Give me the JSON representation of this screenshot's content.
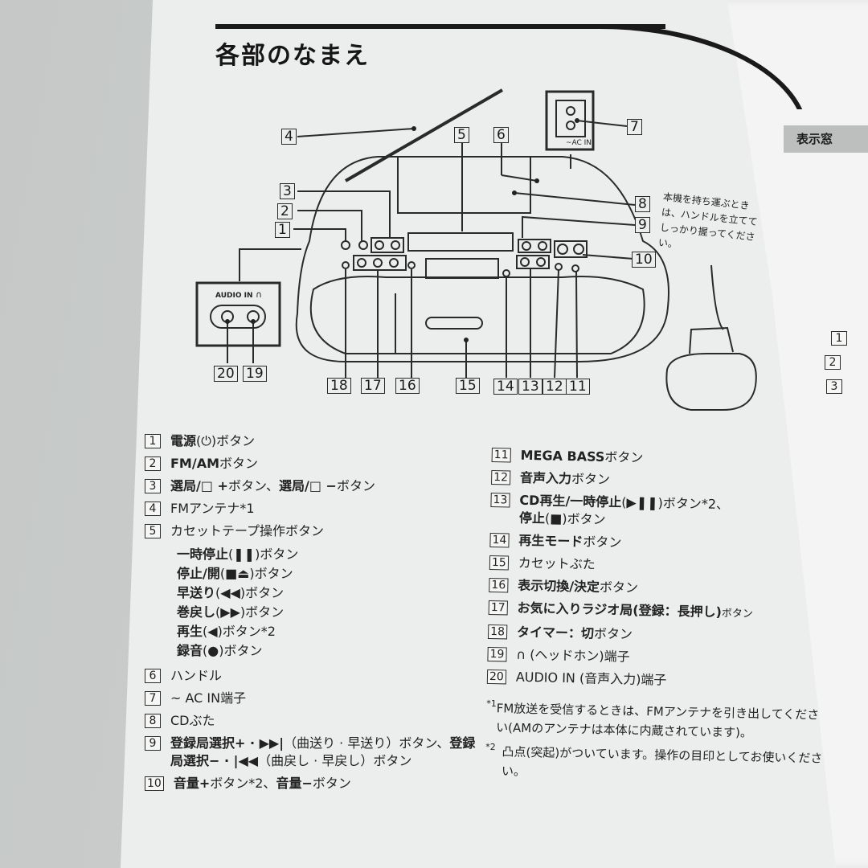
{
  "page": {
    "title": "各部のなまえ",
    "side_tab": "表示窓"
  },
  "diagram": {
    "labels": [
      "1",
      "2",
      "3",
      "4",
      "5",
      "6",
      "7",
      "8",
      "9",
      "10",
      "11",
      "12",
      "13",
      "14",
      "15",
      "16",
      "17",
      "18",
      "19",
      "20"
    ],
    "ac_in_label": "~AC IN",
    "audio_in_label": "AUDIO IN",
    "headphone_glyph": "∩",
    "carry_note": "本機を持ち運ぶときは、ハンドルを立ててしっかり握ってください。"
  },
  "parts_left": [
    {
      "num": "1",
      "bold": "電源",
      "plain": "(⏻)ボタン"
    },
    {
      "num": "2",
      "bold": "FM/AM",
      "plain": "ボタン"
    },
    {
      "num": "3",
      "bold": "選局/□ +",
      "plain": "ボタン、",
      "bold2": "選局/□ −",
      "plain2": "ボタン"
    },
    {
      "num": "4",
      "bold": "",
      "plain": "FMアンテナ*1"
    },
    {
      "num": "5",
      "bold": "",
      "plain": "カセットテープ操作ボタン"
    },
    {
      "num": "6",
      "bold": "",
      "plain": "ハンドル"
    },
    {
      "num": "7",
      "bold": "",
      "plain": "~ AC IN端子"
    },
    {
      "num": "8",
      "bold": "",
      "plain": "CDぶた"
    },
    {
      "num": "9",
      "bold": "登録局選択+ · ▶▶|",
      "plain": "（曲送り · 早送り）ボタン、",
      "bold2": "登録局選択− · |◀◀",
      "plain2": "（曲戻し · 早戻し）ボタン"
    },
    {
      "num": "10",
      "bold": "音量+",
      "plain": "ボタン*2、",
      "bold2": "音量−",
      "plain2": "ボタン"
    }
  ],
  "cassette_buttons": [
    {
      "bold": "一時停止",
      "plain": "(❚❚)ボタン"
    },
    {
      "bold": "停止/開",
      "plain": "(■⏏)ボタン"
    },
    {
      "bold": "早送り",
      "plain": "(◀◀)ボタン"
    },
    {
      "bold": "巻戻し",
      "plain": "(▶▶)ボタン"
    },
    {
      "bold": "再生",
      "plain": "(◀)ボタン*2"
    },
    {
      "bold": "録音",
      "plain": "(●)ボタン"
    }
  ],
  "parts_right": [
    {
      "num": "11",
      "bold": "MEGA BASS",
      "plain": "ボタン"
    },
    {
      "num": "12",
      "bold": "音声入力",
      "plain": "ボタン"
    },
    {
      "num": "13",
      "bold": "CD再生/一時停止",
      "plain": "(▶❚❚)ボタン*2、",
      "bold2": "停止",
      "plain2": "(■)ボタン"
    },
    {
      "num": "14",
      "bold": "再生モード",
      "plain": "ボタン"
    },
    {
      "num": "15",
      "bold": "",
      "plain": "カセットぶた"
    },
    {
      "num": "16",
      "bold": "表示切換/決定",
      "plain": "ボタン"
    },
    {
      "num": "17",
      "bold": "お気に入りラジオ局(登録：長押し)",
      "plain": "ボタン"
    },
    {
      "num": "18",
      "bold": "タイマー：切",
      "plain": "ボタン"
    },
    {
      "num": "19",
      "bold": "",
      "plain": "∩ (ヘッドホン)端子"
    },
    {
      "num": "20",
      "bold": "",
      "plain": "AUDIO IN (音声入力)端子"
    }
  ],
  "footnotes": [
    {
      "mark": "*1",
      "text": "FM放送を受信するときは、FMアンテナを引き出してください(AMのアンテナは本体に内蔵されています)。"
    },
    {
      "mark": "*2",
      "text": "凸点(突起)がついています。操作の目印としてお使いください。"
    }
  ],
  "right_page_peek": {
    "numbers": [
      "1",
      "2",
      "3"
    ]
  }
}
